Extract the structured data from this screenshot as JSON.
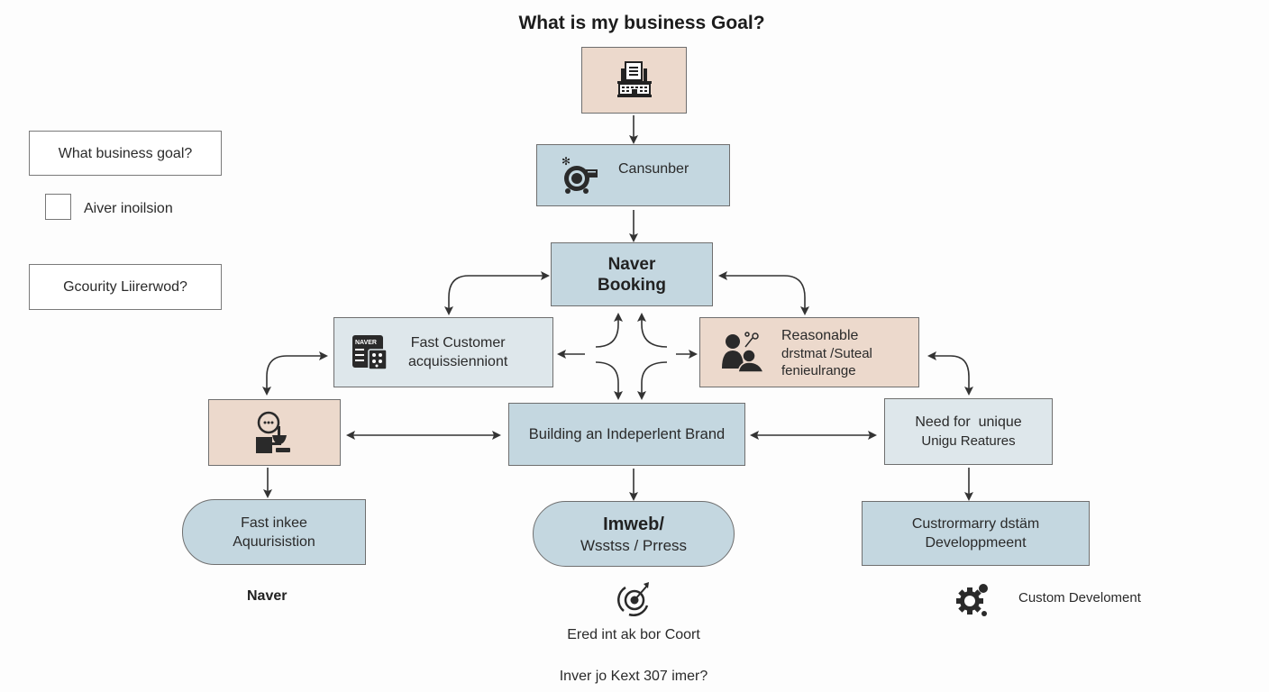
{
  "title": "What is my business Goal?",
  "sidebar": {
    "question1": "What business goal?",
    "checkbox_label": "Aiver inoilsion",
    "question2": "Gcourity Liirerwod?"
  },
  "nodes": {
    "top_icon": "building-icon",
    "consumer": {
      "label": "Cansunber",
      "icon": "camera-icon"
    },
    "naver_booking": {
      "line1": "Naver",
      "line2": "Booking"
    },
    "fast_customer": {
      "line1": "Fast Customer",
      "line2": "acquissienniont",
      "icon": "naver-qr-icon"
    },
    "reasonable": {
      "line1": "Reasonable",
      "line2": "drstmat /Suteal",
      "line3": "fenieulrange",
      "icon": "people-icon"
    },
    "left_icon_box": {
      "icon": "user-chat-icon"
    },
    "independent_brand": {
      "label": "Building an Indeperlent Brand"
    },
    "unique_features": {
      "line1": "Need for  unique",
      "line2": "Unigu Reatures"
    },
    "fast_inkee": {
      "line1": "Fast inkee",
      "line2": "Aquurisistion"
    },
    "imweb": {
      "line1": "Imweb/",
      "line2": "Wsstss / Prress"
    },
    "custom_dev_box": {
      "line1": "Custrormarry dstäm",
      "line2": "Developpmeent"
    }
  },
  "footer": {
    "naver_label": "Naver",
    "target_icon": "target-icon",
    "target_label": "Ered int ak bor Coort",
    "bottom_question": "Inver jo Kext 307 imer?",
    "gear_icon": "gear-icon",
    "custom_dev_label": "Custom Develoment"
  }
}
